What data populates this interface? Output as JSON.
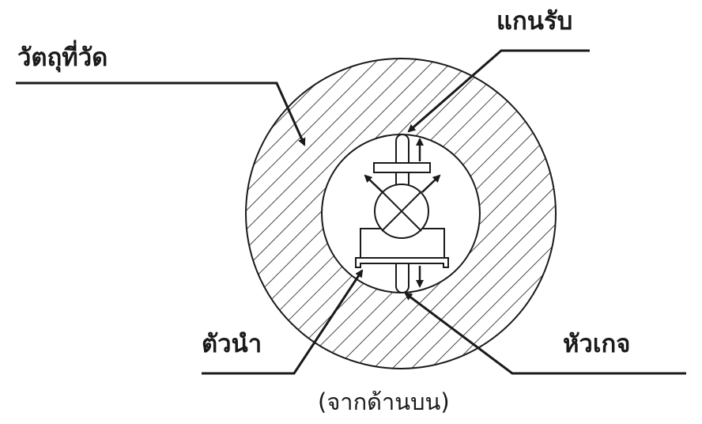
{
  "labels": {
    "measured_object": "วัตถุที่วัด",
    "spindle": "แกนรับ",
    "guide": "ตัวนำ",
    "gauge_head": "หัวเกจ"
  },
  "caption": "(จากด้านบน)",
  "colors": {
    "ink": "#1a1a1a",
    "background": "#ffffff"
  }
}
